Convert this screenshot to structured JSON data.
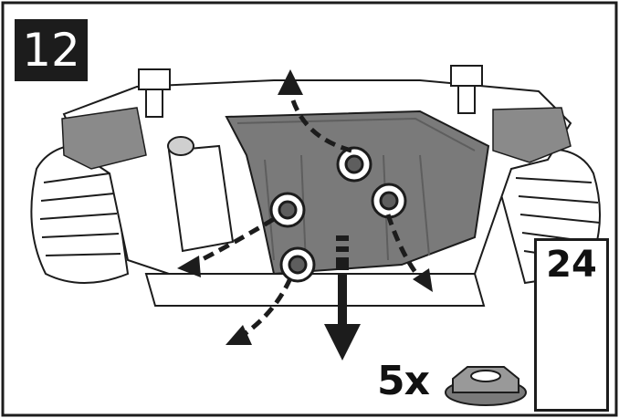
{
  "step": {
    "number": "12"
  },
  "tool": {
    "size": "24",
    "icon": "ratchet-socket-icon"
  },
  "fastener": {
    "quantity": "5x",
    "icon": "flange-nut-icon"
  },
  "colors": {
    "ink": "#1c1c1c",
    "plate": "#7a7a7a",
    "plate_dark": "#5e5e5e",
    "background": "#ffffff"
  }
}
